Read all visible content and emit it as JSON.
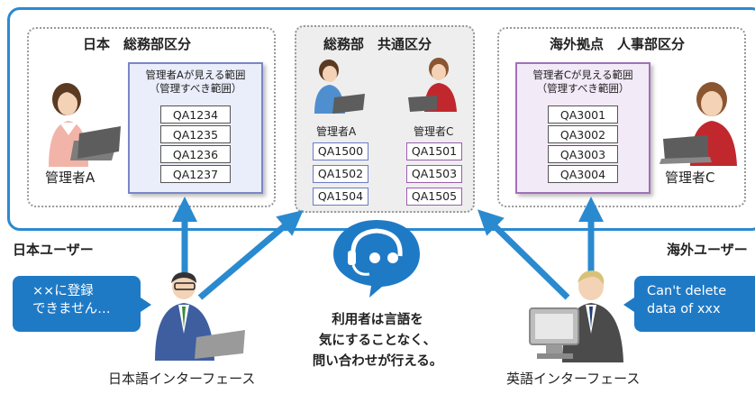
{
  "regions": {
    "japan": {
      "title": "日本　総務部区分",
      "scope_title_1": "管理者Aが見える範囲",
      "scope_title_2": "（管理すべき範囲）",
      "codes": [
        "QA1234",
        "QA1235",
        "QA1236",
        "QA1237"
      ],
      "admin_label": "管理者A"
    },
    "common": {
      "title": "総務部　共通区分",
      "admin_a_label": "管理者A",
      "admin_c_label": "管理者C",
      "codes_a": [
        "QA1500",
        "QA1502",
        "QA1504"
      ],
      "codes_c": [
        "QA1501",
        "QA1503",
        "QA1505"
      ]
    },
    "overseas": {
      "title": "海外拠点　人事部区分",
      "scope_title_1": "管理者Cが見える範囲",
      "scope_title_2": "（管理すべき範囲）",
      "codes": [
        "QA3001",
        "QA3002",
        "QA3003",
        "QA3004"
      ],
      "admin_label": "管理者C"
    }
  },
  "users": {
    "japan_label": "日本ユーザー",
    "overseas_label": "海外ユーザー",
    "japan_bubble_1": "××に登録",
    "japan_bubble_2": "できません…",
    "overseas_bubble_1": "Can't delete",
    "overseas_bubble_2": "data of xxx",
    "japan_interface": "日本語インターフェース",
    "english_interface": "英語インターフェース"
  },
  "center": {
    "line1": "利用者は言語を",
    "line2": "気にすることなく、",
    "line3": "問い合わせが行える。"
  },
  "colors": {
    "frame": "#2a8ad0",
    "arrow": "#2a8ad0",
    "bubble": "#1f7ac6",
    "scope_blue": "#7a86c8",
    "scope_purple": "#a070b8"
  }
}
